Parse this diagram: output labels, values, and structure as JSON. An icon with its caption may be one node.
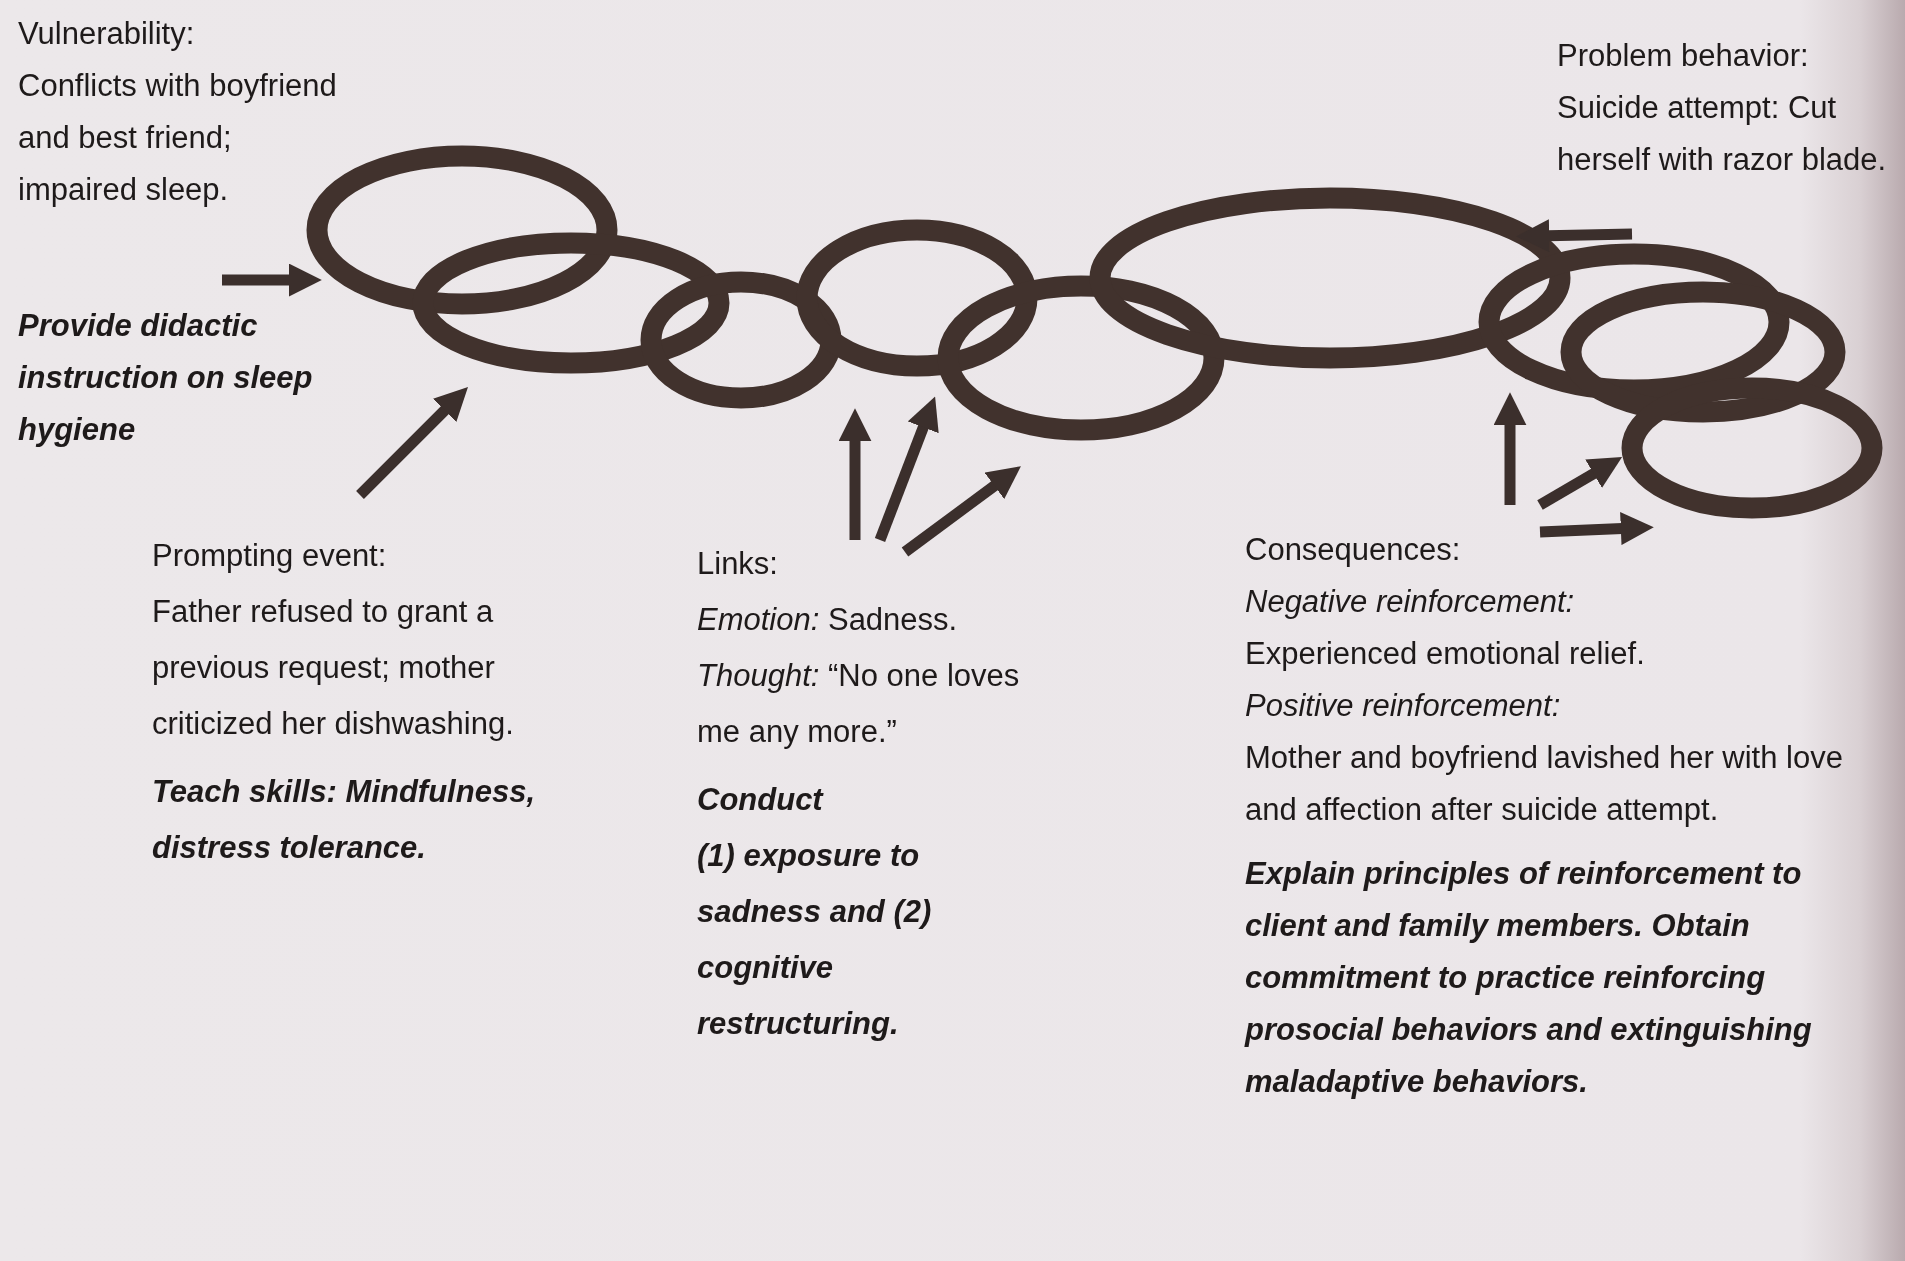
{
  "diagram": {
    "nodes": [
      {
        "text": [
          "Vulnerability:",
          "Conflicts with boyfriend and best friend; impaired sleep.",
          "Provide didactic instruction on sleep hygiene"
        ]
      },
      {
        "text": [
          "Prompting event:",
          "Father refused to grant a previous request; mother criticized her dishwashing.",
          "Teach skills: Mindfulness, distress tolerance."
        ]
      },
      {
        "text": [
          "Links:",
          "*Emotion:* Sadness.",
          "*Thought:* “No one loves me any more.”",
          "Conduct",
          "(1) exposure to sadness and (2) cognitive restructuring."
        ]
      },
      {
        "text": [
          "Consequences:",
          "Negative reinforcement:",
          "Experienced emotional relief.",
          "Positive reinforcement:",
          "Mother and boyfriend lavished her with love and affection after suicide attempt.",
          "Explain principles of reinforcement to client and family members. Obtain commitment to practice reinforcing prosocial behaviors and extinguishing maladaptive behaviors."
        ]
      },
      {
        "text": [
          "Problem behavior:",
          "Suicide attempt: Cut herself with razor blade."
        ]
      },
      {
        "text": [],
        "shape": "ellipse"
      },
      {
        "text": [],
        "shape": "ellipse"
      },
      {
        "text": [],
        "shape": "ellipse"
      },
      {
        "text": [],
        "shape": "ellipse"
      },
      {
        "text": [],
        "shape": "ellipse"
      },
      {
        "text": [],
        "shape": "ellipse"
      },
      {
        "text": [],
        "shape": "ellipse"
      },
      {
        "text": [],
        "shape": "ellipse"
      },
      {
        "text": [],
        "shape": "ellipse"
      }
    ],
    "edges": [
      {
        "from": 0,
        "to": 5,
        "arrow": "to"
      },
      {
        "from": 1,
        "to": 6,
        "arrow": "to"
      },
      {
        "from": 2,
        "to": 7,
        "arrow": "to"
      },
      {
        "from": 2,
        "to": 8,
        "arrow": "to"
      },
      {
        "from": 2,
        "to": 9,
        "arrow": "to"
      },
      {
        "from": 11,
        "to": 4,
        "arrow": "to"
      },
      {
        "from": 3,
        "to": 11,
        "arrow": "to"
      },
      {
        "from": 3,
        "to": 12,
        "arrow": "to"
      },
      {
        "from": 3,
        "to": 13,
        "arrow": "to"
      }
    ]
  }
}
